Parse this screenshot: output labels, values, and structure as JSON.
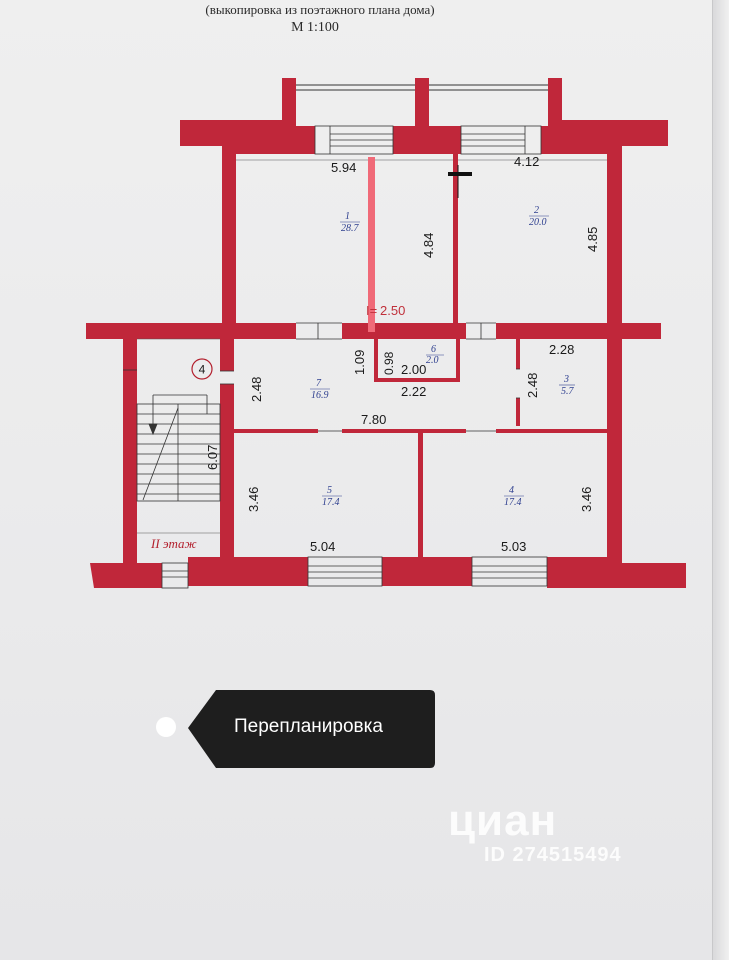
{
  "document": {
    "header_subtitle": "(выкопировка из поэтажного плана дома)",
    "scale": "М 1:100"
  },
  "plan": {
    "floor_label": "II этаж",
    "stair_marker": "4",
    "red_measure": "2.50",
    "dimensions": {
      "top_left": "5.94",
      "top_right": "4.12",
      "room1_height": "4.84",
      "room2_height": "4.85",
      "room7_height": "2.48",
      "corridor_gap": "1.09",
      "room6_height": "0.98",
      "room6_width": "2.00",
      "room6_outer_width": "2.22",
      "room3_width": "2.28",
      "room3_height": "2.48",
      "room7_width": "7.80",
      "stair_height": "6.07",
      "room5_height": "3.46",
      "room4_height": "3.46",
      "room5_width": "5.04",
      "room4_width": "5.03"
    },
    "rooms": [
      {
        "num": "1",
        "area": "28.7"
      },
      {
        "num": "2",
        "area": "20.0"
      },
      {
        "num": "3",
        "area": "5.7"
      },
      {
        "num": "4",
        "area": "17.4"
      },
      {
        "num": "5",
        "area": "17.4"
      },
      {
        "num": "6",
        "area": "2.0"
      },
      {
        "num": "7",
        "area": "16.9"
      }
    ],
    "colors": {
      "wall": "#c0273a",
      "paper": "#ececec",
      "red_line": "#f06a78"
    }
  },
  "overlay": {
    "tag_label": "Перепланировка",
    "watermark_logo": "циан",
    "watermark_id": "ID 274515494"
  }
}
